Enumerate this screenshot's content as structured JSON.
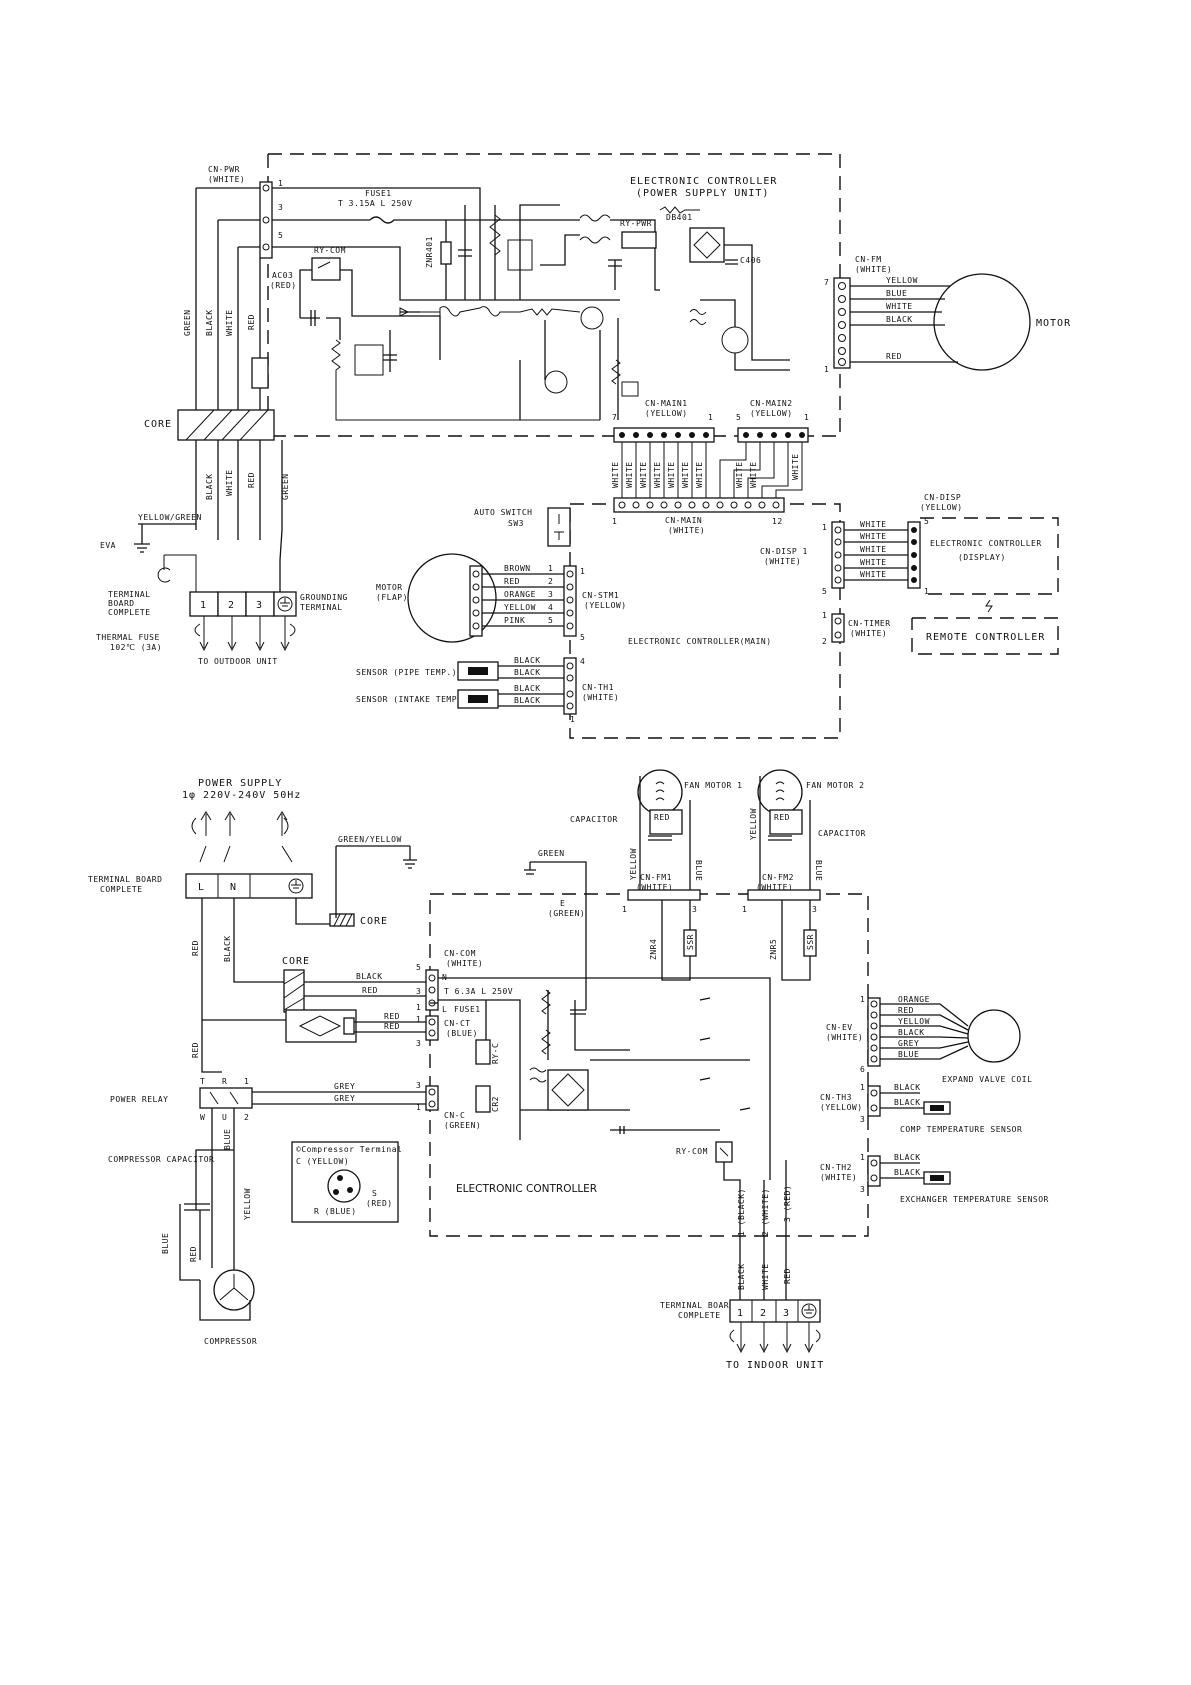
{
  "indoor": {
    "cn_pwr": "CN-PWR",
    "cn_pwr_color": "(WHITE)",
    "pwr_pins": [
      "1",
      "3",
      "5"
    ],
    "fuse1": "FUSE1",
    "fuse1_rating": "T 3.15A L 250V",
    "ry_com": "RY-COM",
    "ac03": "AC03",
    "ac03_color": "(RED)",
    "znr401": "ZNR401",
    "ry_pwr": "RY-PWR",
    "db401": "DB401",
    "c406": "C406",
    "ctrl_title": "ELECTRONIC CONTROLLER",
    "ctrl_sub": "(POWER SUPPLY UNIT)",
    "cn_fm": "CN-FM",
    "cn_fm_color": "(WHITE)",
    "fm_pin_top": "7",
    "fm_pin_bot": "1",
    "fm_wires": [
      "YELLOW",
      "BLUE",
      "WHITE",
      "BLACK",
      "RED"
    ],
    "motor": "MOTOR",
    "left_wires": [
      "GREEN",
      "BLACK",
      "WHITE",
      "RED"
    ],
    "core": "CORE",
    "lower_wires": [
      "BLACK",
      "WHITE",
      "RED",
      "GREEN"
    ],
    "yellow_green": "YELLOW/GREEN",
    "eva": "EVA",
    "tb_label": [
      "TERMINAL",
      "BOARD",
      "COMPLETE"
    ],
    "tb_pins": [
      "1",
      "2",
      "3"
    ],
    "grounding": [
      "GROUNDING",
      "TERMINAL"
    ],
    "thermal_fuse": [
      "THERMAL FUSE",
      "102℃ (3A)"
    ],
    "to_outdoor": "TO OUTDOOR UNIT",
    "cn_main1": "CN-MAIN1",
    "cn_main1_color": "(YELLOW)",
    "main1_pins": [
      "7",
      "1"
    ],
    "cn_main2": "CN-MAIN2",
    "cn_main2_color": "(YELLOW)",
    "main2_pins": [
      "5",
      "1"
    ],
    "main_wire": "WHITE",
    "cn_main": "CN-MAIN",
    "cn_main_color": "(WHITE)",
    "main_pins": [
      "1",
      "12"
    ],
    "auto_switch": "AUTO SWITCH",
    "sw3": "SW3",
    "motor_flap": "MOTOR",
    "motor_flap_sub": "(FLAP)",
    "stm_wires": [
      "BROWN",
      "RED",
      "ORANGE",
      "YELLOW",
      "PINK"
    ],
    "stm_nums": [
      "1",
      "2",
      "3",
      "4",
      "5"
    ],
    "cn_stm1": "CN-STM1",
    "cn_stm1_color": "(YELLOW)",
    "stm_pins": [
      "1",
      "5"
    ],
    "cn_disp1": "CN-DISP 1",
    "cn_disp1_color": "(WHITE)",
    "disp_pins": [
      "1",
      "5"
    ],
    "disp_wires": [
      "WHITE",
      "WHITE",
      "WHITE",
      "WHITE",
      "WHITE"
    ],
    "cn_disp": "CN-DISP",
    "cn_disp_color": "(YELLOW)",
    "disp_far_pins": [
      "5",
      "1"
    ],
    "ctrl_display": "ELECTRONIC CONTROLLER",
    "ctrl_display_sub": "(DISPLAY)",
    "cn_timer": "CN-TIMER",
    "cn_timer_color": "(WHITE)",
    "timer_pins": [
      "1",
      "2"
    ],
    "remote": "REMOTE CONTROLLER",
    "ctrl_main": "ELECTRONIC CONTROLLER(MAIN)",
    "sensor_pipe": "SENSOR (PIPE TEMP.)",
    "sensor_intake": "SENSOR (INTAKE TEMP.)",
    "th_wires": [
      "BLACK",
      "BLACK",
      "BLACK",
      "BLACK"
    ],
    "cn_th1": "CN-TH1",
    "cn_th1_color": "(WHITE)",
    "th_pins": [
      "4",
      "1"
    ]
  },
  "outdoor": {
    "power_supply": "POWER SUPPLY",
    "power_spec": "1φ 220V-240V 50Hz",
    "green_yellow": "GREEN/YELLOW",
    "tb_label": [
      "TERMINAL BOARD",
      "COMPLETE"
    ],
    "tb_cells": [
      "L",
      "N"
    ],
    "core1": "CORE",
    "green": "GREEN",
    "e_label": "E",
    "e_color": "(GREEN)",
    "capacitor1": "CAPACITOR",
    "fan_motor1": "FAN MOTOR 1",
    "fan_motor2": "FAN MOTOR 2",
    "capacitor2": "CAPACITOR",
    "fm_red": "RED",
    "fm_blue": "BLUE",
    "fm_yellow": "YELLOW",
    "cn_fm1": "CN-FM1",
    "cn_fm2": "CN-FM2",
    "fm_color": "(WHITE)",
    "fm_pins": [
      "1",
      "3"
    ],
    "znr4": "ZNR4",
    "znr5": "ZNR5",
    "ssr": "SSR",
    "left_wires": [
      "RED",
      "BLACK"
    ],
    "core2": "CORE",
    "com_wires": [
      "BLACK",
      "RED"
    ],
    "cn_com": "CN-COM",
    "cn_com_color": "(WHITE)",
    "com_pins": [
      "5",
      "3",
      "1"
    ],
    "com_n": "N",
    "com_l": "L",
    "fuse": "T 6.3A L 250V",
    "fuse_name": "FUSE1",
    "ct": "CT",
    "ct_wires": [
      "RED",
      "RED"
    ],
    "cn_ct": "CN-CT",
    "cn_ct_color": "(BLUE)",
    "ct_pins": [
      "1",
      "3"
    ],
    "ry_c": "RY-C",
    "cr2": "CR2",
    "relay_top": [
      "T",
      "R",
      "1"
    ],
    "relay_bot": [
      "W",
      "U",
      "2"
    ],
    "power_relay": "POWER RELAY",
    "relay_red": "RED",
    "grey_wires": [
      "GREY",
      "GREY"
    ],
    "cn_c": "CN-C",
    "cn_c_color": "(GREEN)",
    "c_pins": [
      "3",
      "1"
    ],
    "ry_com": "RY-COM",
    "ctrl": "ELECTRONIC CONTROLLER",
    "comp_cap": "COMPRESSOR CAPACITOR",
    "comp_wires": [
      "BLUE",
      "YELLOW",
      "BLUE",
      "RED"
    ],
    "comp_terminal": "©Compressor Terminal",
    "comp_c": "C (YELLOW)",
    "comp_s": "S",
    "comp_s_color": "(RED)",
    "comp_r": "R (BLUE)",
    "compressor": "COMPRESSOR",
    "cn_ev": "CN-EV",
    "cn_ev_color": "(WHITE)",
    "ev_pins": [
      "1",
      "6"
    ],
    "ev_wires": [
      "ORANGE",
      "RED",
      "YELLOW",
      "BLACK",
      "GREY",
      "BLUE"
    ],
    "expand_valve": "EXPAND VALVE COIL",
    "cn_th3": "CN-TH3",
    "cn_th3_color": "(YELLOW)",
    "th3_pins": [
      "1",
      "3"
    ],
    "th3_wires": [
      "BLACK",
      "BLACK"
    ],
    "comp_sensor": "COMP TEMPERATURE SENSOR",
    "cn_th2": "CN-TH2",
    "cn_th2_color": "(WHITE)",
    "th2_pins": [
      "1",
      "3"
    ],
    "th2_wires": [
      "BLACK",
      "BLACK"
    ],
    "exch_sensor": "EXCHANGER TEMPERATURE SENSOR",
    "bottom_wires": [
      "1 (BLACK)",
      "2 (WHITE)",
      "3 (RED)"
    ],
    "bottom_wires2": [
      "BLACK",
      "WHITE",
      "RED"
    ],
    "tb_bottom": [
      "TERMINAL BOARD",
      "COMPLETE"
    ],
    "tb_bottom_pins": [
      "1",
      "2",
      "3"
    ],
    "to_indoor": "TO INDOOR UNIT"
  }
}
